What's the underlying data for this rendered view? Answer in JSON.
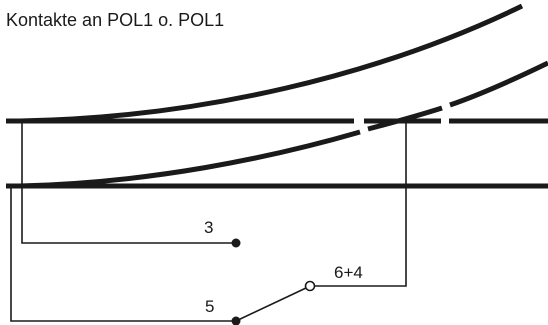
{
  "title": "Kontakte an POL1 o. POL1",
  "labels": {
    "contact_3": "3",
    "contact_5": "5",
    "contact_6_4": "6+4"
  },
  "colors": {
    "line": "#1a1a1a",
    "background": "#ffffff"
  }
}
